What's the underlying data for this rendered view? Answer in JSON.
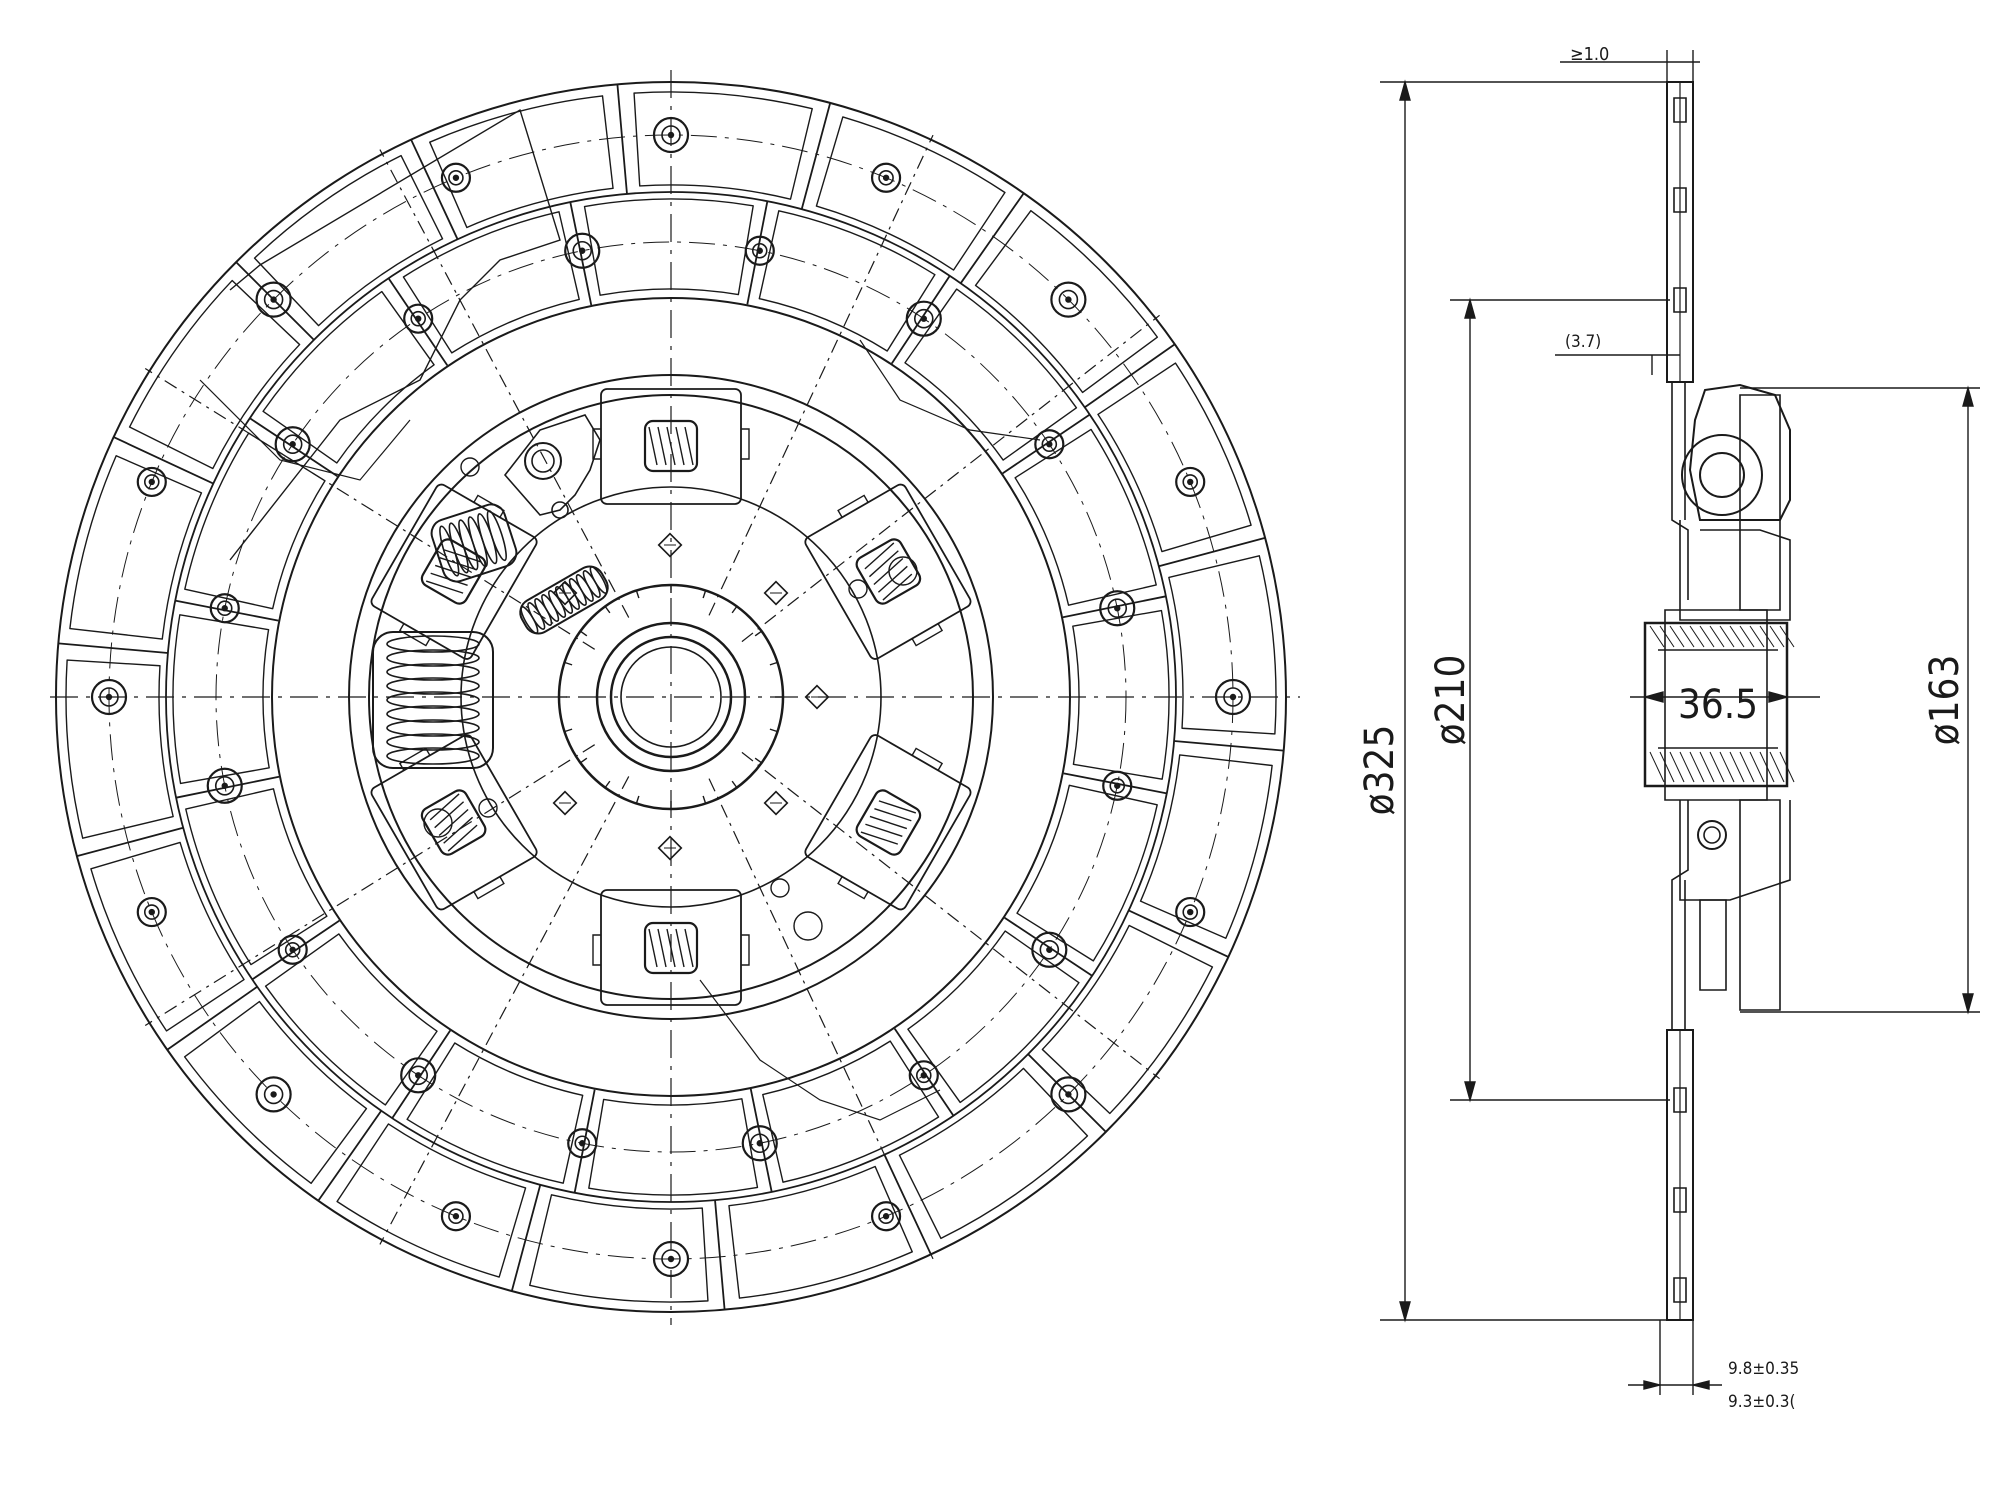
{
  "dimensions": {
    "outer_diameter": "ø325",
    "friction_inner_diameter": "ø210",
    "hub_flange_diameter": "ø163",
    "hub_width": "36.5",
    "runout": "≥1.0",
    "offset": "(3.7)",
    "thickness_free": "9.8±0.35",
    "thickness_compressed": "9.3±0.3("
  },
  "counts": {
    "outer_rivets": 16,
    "inner_rivets": 16,
    "friction_segments_outer": 18,
    "friction_segments_inner": 16,
    "damper_springs": 6
  },
  "colors": {
    "line": "#1a1a1a",
    "background": "#ffffff"
  }
}
